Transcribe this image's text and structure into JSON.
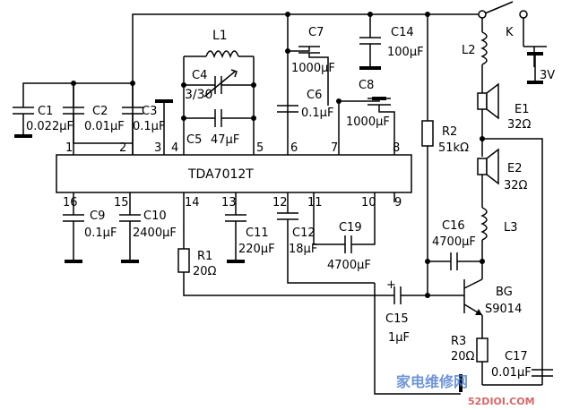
{
  "ic": {
    "name": "TDA7012T"
  },
  "pins": [
    "1",
    "2",
    "3",
    "4",
    "5",
    "6",
    "7",
    "8",
    "16",
    "15",
    "14",
    "13",
    "12",
    "11",
    "10",
    "9"
  ],
  "components": {
    "C1": {
      "ref": "C1",
      "value": "0.022μF"
    },
    "C2": {
      "ref": "C2",
      "value": "0.01μF"
    },
    "C3": {
      "ref": "C3",
      "value": "0.1μF"
    },
    "C4": {
      "ref": "C4",
      "value": "3/30"
    },
    "C5": {
      "ref": "C5",
      "value": "47μF"
    },
    "L1": {
      "ref": "L1"
    },
    "C6": {
      "ref": "C6",
      "value": "0.1μF"
    },
    "C7": {
      "ref": "C7",
      "value": "1000μF"
    },
    "C8": {
      "ref": "C8",
      "value": "1000μF"
    },
    "C14": {
      "ref": "C14",
      "value": "100μF"
    },
    "L2": {
      "ref": "L2"
    },
    "K": {
      "ref": "K"
    },
    "BAT": {
      "value": "3V"
    },
    "E1": {
      "ref": "E1",
      "value": "32Ω"
    },
    "E2": {
      "ref": "E2",
      "value": "32Ω"
    },
    "R2": {
      "ref": "R2",
      "value": "51kΩ"
    },
    "L3": {
      "ref": "L3"
    },
    "C16": {
      "ref": "C16",
      "value": "4700μF"
    },
    "BG": {
      "ref": "BG",
      "value": "S9014"
    },
    "R3": {
      "ref": "R3",
      "value": "20Ω"
    },
    "C17": {
      "ref": "C17",
      "value": "0.01μF"
    },
    "C15": {
      "ref": "C15",
      "value": "1μF",
      "polarity": "+"
    },
    "C9": {
      "ref": "C9",
      "value": "0.1μF"
    },
    "C10": {
      "ref": "C10",
      "value": "2400μF"
    },
    "R1": {
      "ref": "R1",
      "value": "20Ω"
    },
    "C11": {
      "ref": "C11",
      "value": "220μF"
    },
    "C12": {
      "ref": "C12",
      "value": "18μF"
    },
    "C19": {
      "ref": "C19",
      "value": "4700μF"
    }
  },
  "watermark": {
    "text": "家电维修网",
    "url": "52DIOI.COM"
  }
}
